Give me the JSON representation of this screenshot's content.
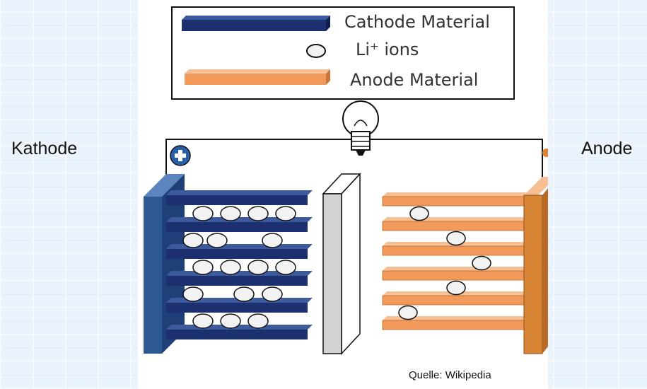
{
  "legend": {
    "cathode_material": "Cathode Material",
    "li_ions": "Li⁺ ions",
    "anode_material": "Anode Material"
  },
  "labels": {
    "kathode": "Kathode",
    "anode": "Anode",
    "source": "Quelle: Wikipedia"
  },
  "colors": {
    "cathode": "#1c2f6e",
    "cathode_plate": "#2e5a94",
    "anode": "#f19a5c",
    "anode_plate": "#d98536",
    "separator": "#d3d3d3",
    "ion": "#f2f2f2",
    "plus_terminal": "#2a5ea8"
  },
  "icons": [
    "plus-terminal-icon",
    "light-bulb-icon",
    "li-ion-icon"
  ],
  "cathode_layers": [
    {
      "ions": 4
    },
    {
      "ions": 3
    },
    {
      "ions": 4
    },
    {
      "ions": 3
    },
    {
      "ions": 3
    }
  ],
  "anode_layers": [
    {
      "ions": 1
    },
    {
      "ions": 1
    },
    {
      "ions": 1
    },
    {
      "ions": 1
    },
    {
      "ions": 1
    }
  ]
}
